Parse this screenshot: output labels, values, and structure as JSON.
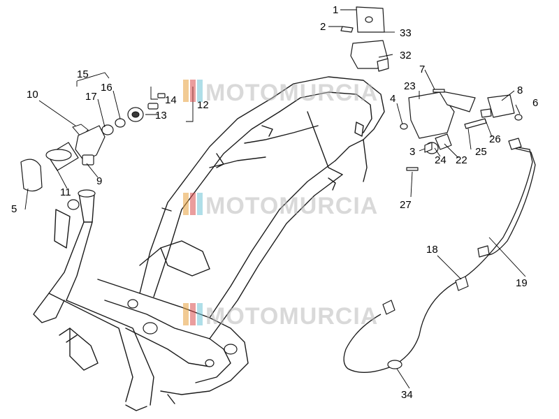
{
  "diagram": {
    "callouts": [
      "1",
      "2",
      "33",
      "32",
      "7",
      "23",
      "8",
      "4",
      "6",
      "26",
      "25",
      "24",
      "22",
      "3",
      "27",
      "15",
      "10",
      "16",
      "17",
      "14",
      "12",
      "13",
      "9",
      "11",
      "5",
      "18",
      "19",
      "34"
    ]
  },
  "watermark": {
    "text": "MOTOMURCIA",
    "colors": {
      "orange": "#e8a13c",
      "green": "#5fb35f",
      "cyan": "#6ec3d6",
      "red": "#d94c4c"
    }
  }
}
